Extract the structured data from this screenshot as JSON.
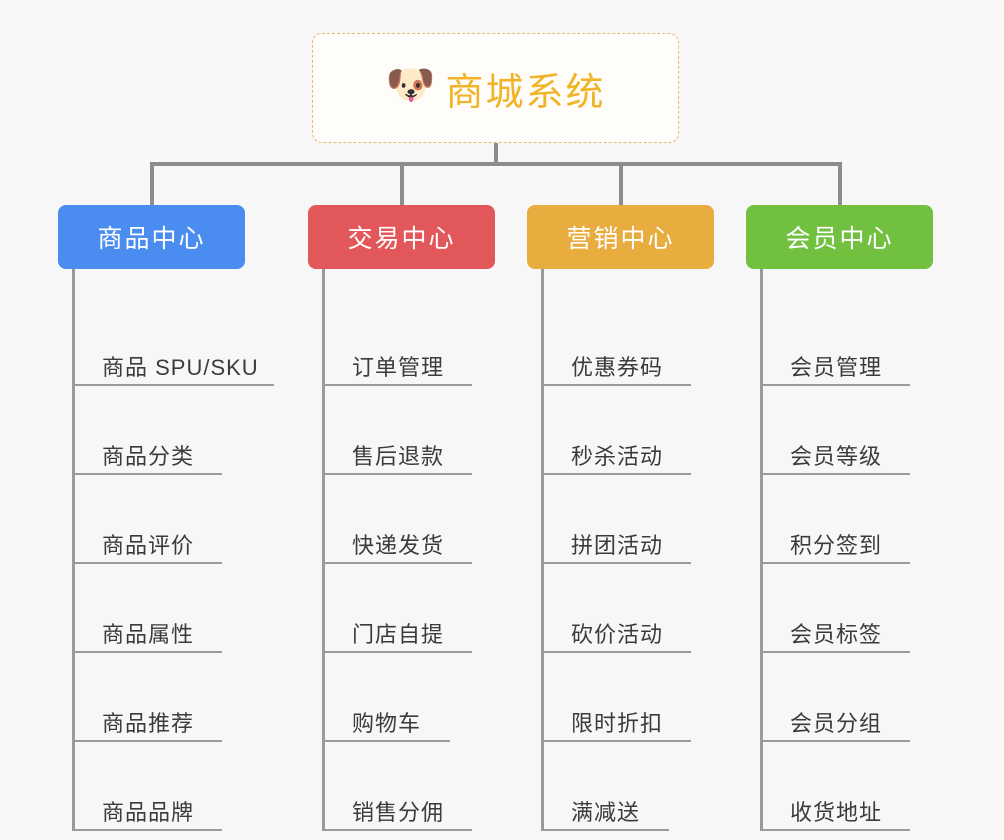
{
  "diagram": {
    "title": "商城系统",
    "root_icon": "shiba-dog-face-icon",
    "root_icon_glyph": "🐶",
    "background_color": "#f7f7f7",
    "connector_color": "#8d8d8d",
    "root_border_color": "#e9b96b",
    "root_title_color": "#f0b429",
    "columns": [
      {
        "id": "product-center",
        "label": "商品中心",
        "color": "#4a8cf0",
        "items": [
          {
            "label": "商品 SPU/SKU",
            "rule_width": 202
          },
          {
            "label": "商品分类",
            "rule_width": 150
          },
          {
            "label": "商品评价",
            "rule_width": 150
          },
          {
            "label": "商品属性",
            "rule_width": 150
          },
          {
            "label": "商品推荐",
            "rule_width": 150
          },
          {
            "label": "商品品牌",
            "rule_width": 150
          }
        ]
      },
      {
        "id": "trade-center",
        "label": "交易中心",
        "color": "#e2585a",
        "items": [
          {
            "label": "订单管理",
            "rule_width": 150
          },
          {
            "label": "售后退款",
            "rule_width": 150
          },
          {
            "label": "快递发货",
            "rule_width": 150
          },
          {
            "label": "门店自提",
            "rule_width": 150
          },
          {
            "label": "购物车",
            "rule_width": 128
          },
          {
            "label": "销售分佣",
            "rule_width": 150
          }
        ]
      },
      {
        "id": "marketing-center",
        "label": "营销中心",
        "color": "#e8ac3f",
        "items": [
          {
            "label": "优惠券码",
            "rule_width": 150
          },
          {
            "label": "秒杀活动",
            "rule_width": 150
          },
          {
            "label": "拼团活动",
            "rule_width": 150
          },
          {
            "label": "砍价活动",
            "rule_width": 150
          },
          {
            "label": "限时折扣",
            "rule_width": 150
          },
          {
            "label": "满减送",
            "rule_width": 128
          }
        ]
      },
      {
        "id": "member-center",
        "label": "会员中心",
        "color": "#72c040",
        "items": [
          {
            "label": "会员管理",
            "rule_width": 150
          },
          {
            "label": "会员等级",
            "rule_width": 150
          },
          {
            "label": "积分签到",
            "rule_width": 150
          },
          {
            "label": "会员标签",
            "rule_width": 150
          },
          {
            "label": "会员分组",
            "rule_width": 150
          },
          {
            "label": "收货地址",
            "rule_width": 150
          }
        ]
      }
    ]
  }
}
